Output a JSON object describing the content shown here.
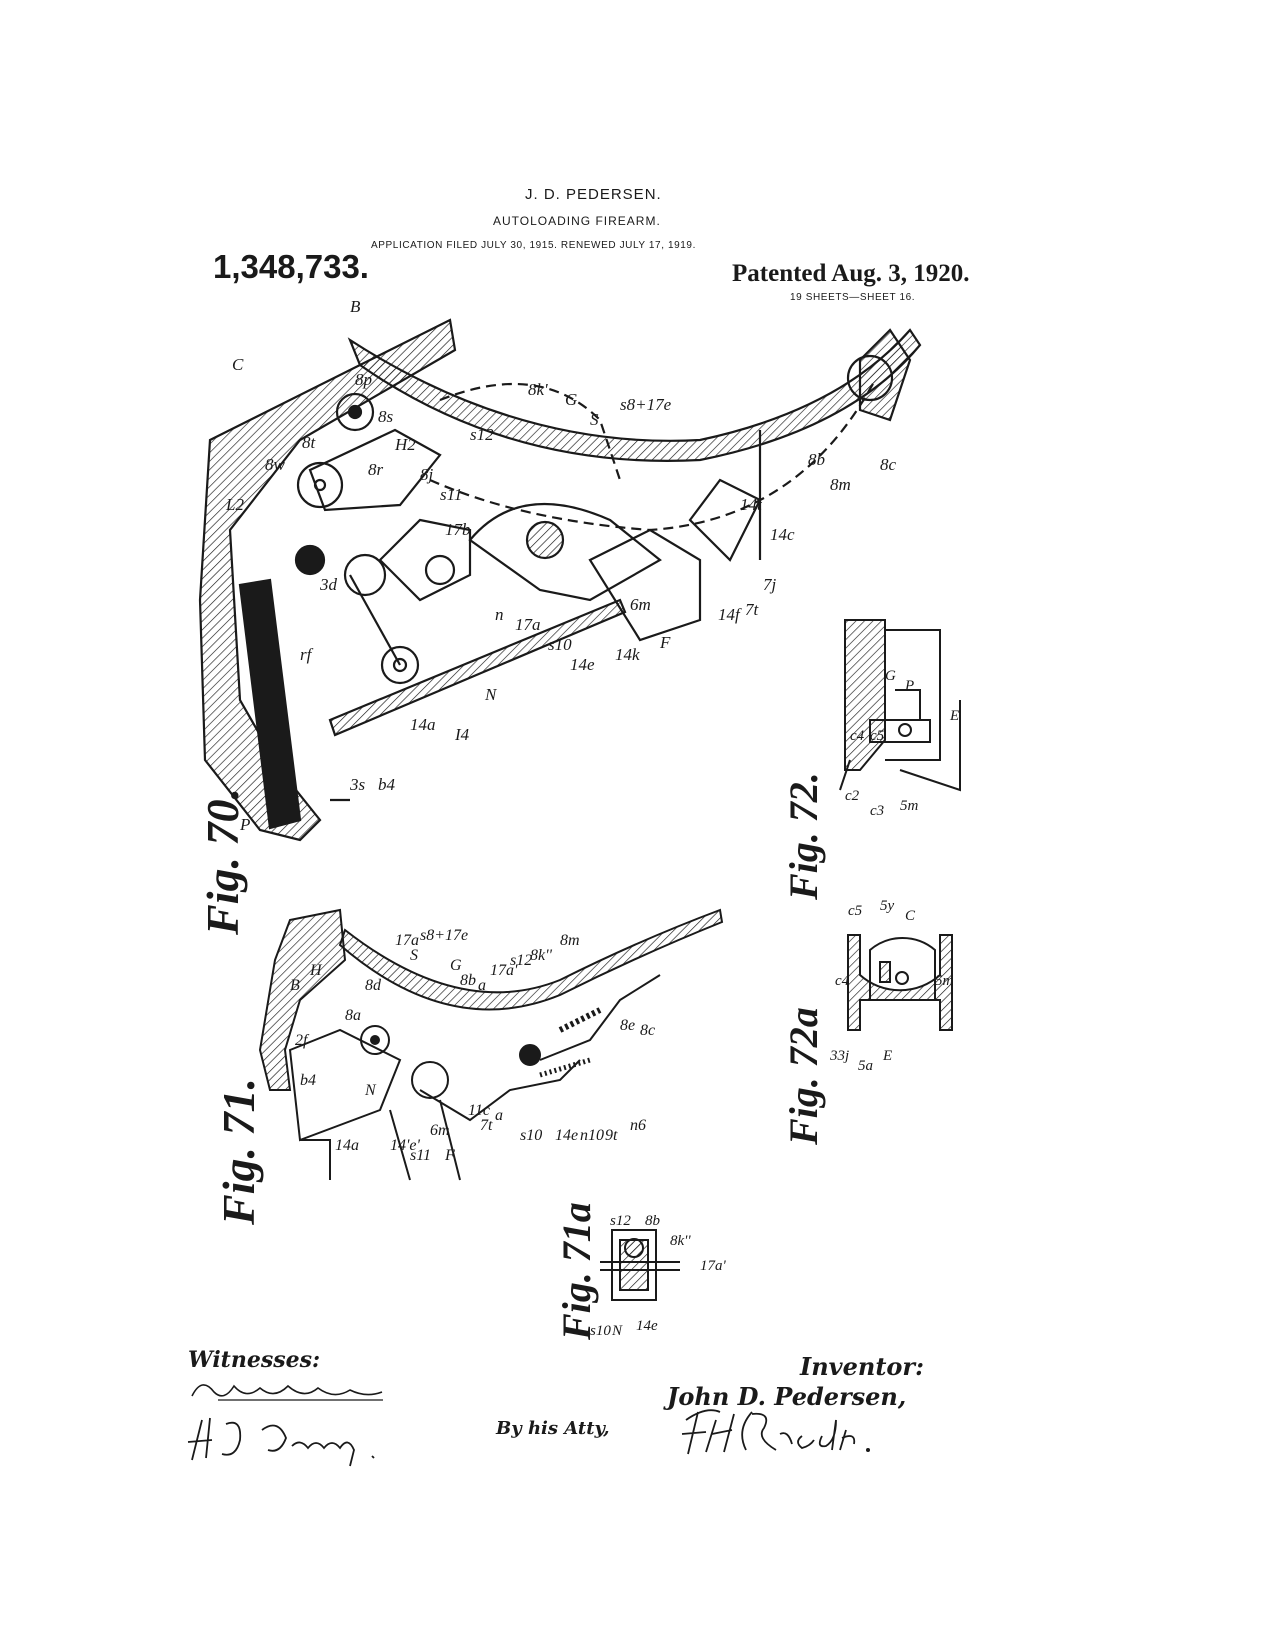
{
  "header": {
    "inventor": "J. D. PEDERSEN.",
    "title": "AUTOLOADING FIREARM.",
    "application": "APPLICATION FILED JULY 30, 1915. RENEWED JULY 17, 1919.",
    "patent_number": "1,348,733.",
    "patented": "Patented Aug. 3, 1920.",
    "sheets": "19 SHEETS—SHEET 16."
  },
  "figures": {
    "fig70": "Fig. 70.",
    "fig71": "Fig. 71.",
    "fig71a": "Fig. 71a",
    "fig72": "Fig. 72.",
    "fig72a": "Fig. 72a"
  },
  "footer": {
    "witnesses_label": "Witnesses:",
    "inventor_label": "Inventor:",
    "inventor_name": "John D. Pedersen,",
    "attorney_line": "By his Atty,"
  },
  "colors": {
    "ink": "#1a1a1a",
    "paper": "#ffffff"
  }
}
